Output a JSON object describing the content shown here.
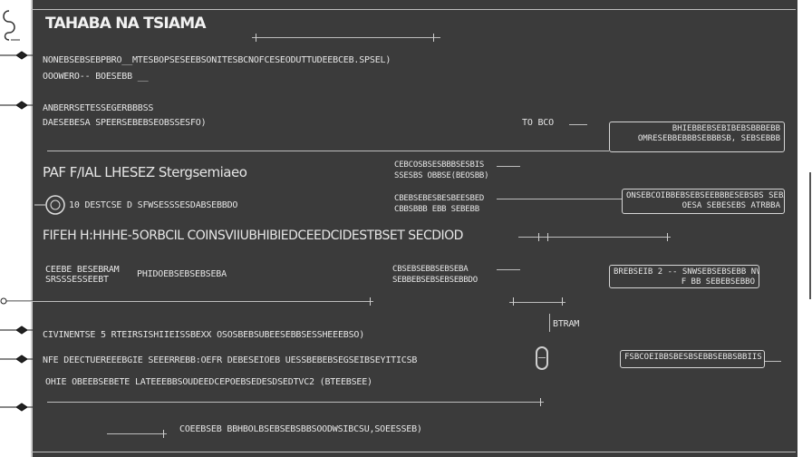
{
  "window": {
    "title": "TAHABA NA TSIAMA",
    "top_right_label": "TO BCO"
  },
  "rows": [
    {
      "id": "r1",
      "primary": "NONEBSEBSEBPBRO__MTESBOPSESEEBSONITESBCNOFCESEODUTTUDEEBCEB.SPSEL)",
      "secondary": "OOOWERO-- BOESEBB __"
    },
    {
      "id": "r2",
      "primary": "ANBERRSETESSEGERBBBSS",
      "secondary": "DAESEBESA SPEERSEBEBSEOBSSESFO)"
    },
    {
      "id": "r3",
      "primary": "PAF F/IAL LHESEZ Stergsemiaeo",
      "secondary": ""
    },
    {
      "id": "r4",
      "primary": "10   DESTCSE D SFWSESSSESDABSEBBDO",
      "secondary": ""
    },
    {
      "id": "r5",
      "primary": "FIFEH H:HHHE-5ORBCIL COINSVIIUBHIBIEDCEEDCIDESTBSET SECDIOD",
      "secondary": ""
    },
    {
      "id": "r6",
      "primary": "CEEBE BESEBRAM",
      "secondary": "SRSSSESSEEBT",
      "tertiary": "PHIDOEBSEBSEBSEBA"
    },
    {
      "id": "r7",
      "primary": "CIVINENTSE 5 RTEIRSISHIIEISSBEXX OSOSBEBSUBEESEBBSESSHEEEBSO)",
      "secondary": ""
    },
    {
      "id": "r8",
      "primary": "NFE DEECTUEREEEBGIE SEEERREBB:OEFR DEBESEIOEB UESSBEBEBSEGSEIBSEYITICSB",
      "secondary": "OHIE OBEEBSEBETE LATEEEBBSOUDEEDCEPOEBSEDESDSEDTVC2 (BTEEBSEE)"
    },
    {
      "id": "r9",
      "primary": "COEEBSEB BBHBOLBSEBSEBSBBSOODWSIBCSU,SOEESSEB)",
      "secondary": ""
    }
  ],
  "center_labels": [
    {
      "id": "c1",
      "line1": "CEBCOSBSESBBBSESBIS",
      "line2": "SSESBS OBBSE(BEOSBB)"
    },
    {
      "id": "c2",
      "line1": "CBEBSEBESBESBEESBED",
      "line2": "CBBSBBB EBB SEBEBB"
    },
    {
      "id": "c3",
      "line1": "CBSEBSEBBSEBSEBA",
      "line2": "SEBBEBSEBSEBSEBBDO"
    },
    {
      "id": "c4",
      "line1": "BTRAM",
      "line2": ""
    }
  ],
  "right_boxes": [
    {
      "id": "b1",
      "line1": "BHIEBBEBSEBIBEBSBBBEBB",
      "line2": "OMRESEBBEBBBSEBBBSB, SEBSEBBB"
    },
    {
      "id": "b2",
      "line1": "ONSEBCOIBBEBSEBSEEBBBESEBSBS SEBA",
      "line2": "OESA SEBESEBS ATRBBA"
    },
    {
      "id": "b3",
      "line1": "BREBSEIB 2 -- SNWSEBSEBSEBB NV",
      "line2": "F BB SEBEBSEBBO"
    },
    {
      "id": "b4",
      "line1": "FSBCOEIBBSBESBSEBBSEBBSBBIIS",
      "line2": ""
    }
  ],
  "colors": {
    "panel_bg": "#3b3b3b",
    "text": "#e6e6e6",
    "rule": "#bdbdbd"
  }
}
